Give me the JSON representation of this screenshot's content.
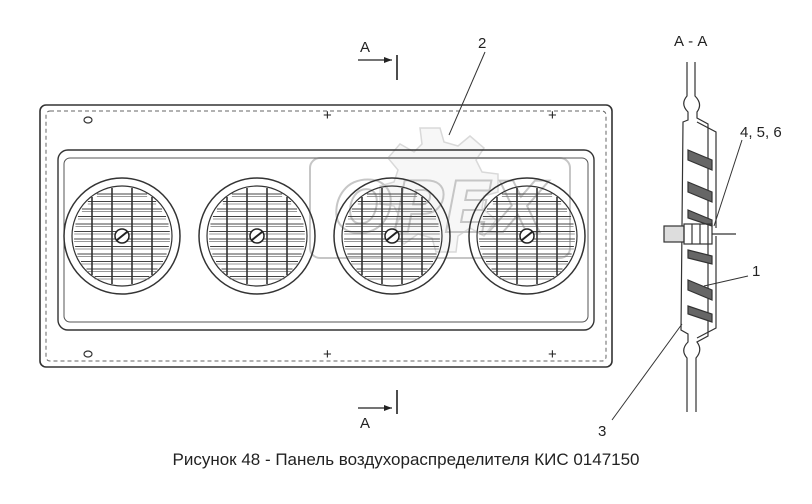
{
  "figure": {
    "caption": "Рисунок 48 - Панель воздухораспределителя КИС 0147150"
  },
  "labels": {
    "section_mark_top": "А",
    "section_mark_bottom": "А",
    "section_title": "А - А",
    "callout_2": "2",
    "callout_456": "4, 5, 6",
    "callout_1": "1",
    "callout_3": "3"
  },
  "watermark": "OPEX"
}
